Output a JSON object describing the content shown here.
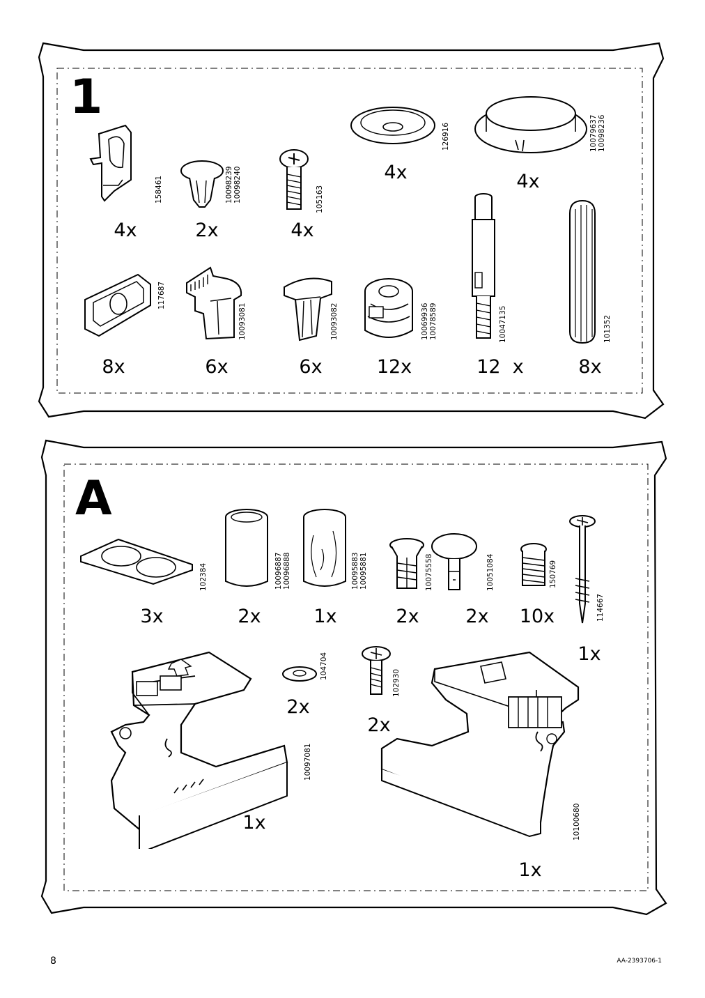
{
  "panel_1": {
    "step": "1",
    "parts": [
      {
        "name": "shelf-support",
        "qty": "4x",
        "codes": [
          "158461"
        ]
      },
      {
        "name": "push-rivet",
        "qty": "2x",
        "codes": [
          "10098239",
          "10098240"
        ]
      },
      {
        "name": "screw",
        "qty": "4x",
        "codes": [
          "105163"
        ]
      },
      {
        "name": "washer",
        "qty": "4x",
        "codes": [
          "126916"
        ]
      },
      {
        "name": "round-foot",
        "qty": "4x",
        "codes": [
          "10079637",
          "10098236"
        ]
      },
      {
        "name": "plate",
        "qty": "8x",
        "codes": [
          "117687"
        ]
      },
      {
        "name": "clip",
        "qty": "6x",
        "codes": [
          "10093081"
        ]
      },
      {
        "name": "insert",
        "qty": "6x",
        "codes": [
          "10093082"
        ]
      },
      {
        "name": "cam-lock",
        "qty": "12x",
        "codes": [
          "10069936",
          "10078589"
        ]
      },
      {
        "name": "connector-bolt",
        "qty": "12  x",
        "codes": [
          "10047135"
        ]
      },
      {
        "name": "dowel",
        "qty": "8x",
        "codes": [
          "101352"
        ]
      }
    ]
  },
  "panel_A": {
    "step": "A",
    "parts": [
      {
        "name": "bumper-pad",
        "qty": "3x",
        "codes": [
          "102384"
        ]
      },
      {
        "name": "sleeve",
        "qty": "2x",
        "codes": [
          "10096887",
          "10096888"
        ]
      },
      {
        "name": "clear-sleeve",
        "qty": "1x",
        "codes": [
          "10095883",
          "10095881"
        ]
      },
      {
        "name": "expansion-plug",
        "qty": "2x",
        "codes": [
          "10075558"
        ]
      },
      {
        "name": "flat-head-pin",
        "qty": "2x",
        "codes": [
          "10051084"
        ]
      },
      {
        "name": "euro-screw",
        "qty": "10x",
        "codes": [
          "150769"
        ]
      },
      {
        "name": "wood-screw",
        "qty": "1x",
        "codes": [
          "114667"
        ]
      },
      {
        "name": "small-washer",
        "qty": "2x",
        "codes": [
          "104704"
        ]
      },
      {
        "name": "machine-screw",
        "qty": "2x",
        "codes": [
          "102930"
        ]
      },
      {
        "name": "left-bracket",
        "qty": "1x",
        "codes": [
          "10097081"
        ]
      },
      {
        "name": "right-bracket",
        "qty": "1x",
        "codes": [
          "10100680"
        ]
      }
    ]
  },
  "footer": {
    "page_number": "8",
    "doc_id": "AA-2393706-1"
  }
}
